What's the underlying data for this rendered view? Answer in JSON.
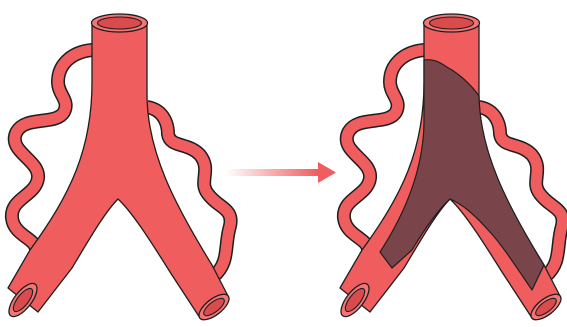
{
  "colors": {
    "vessel": "#F05D5E",
    "vessel_rim": "#F47576",
    "vessel_lumen": "#D94B4C",
    "clot": "#7A454A",
    "outline": "#1E1E1E",
    "arrow": "#F05D5E",
    "background": "#FFFFFF"
  },
  "panels": [
    {
      "state": "normal",
      "occluded": false
    },
    {
      "state": "occluded",
      "occluded": true
    }
  ],
  "arrow": {
    "direction": "right",
    "icon": "right-arrow-icon"
  }
}
